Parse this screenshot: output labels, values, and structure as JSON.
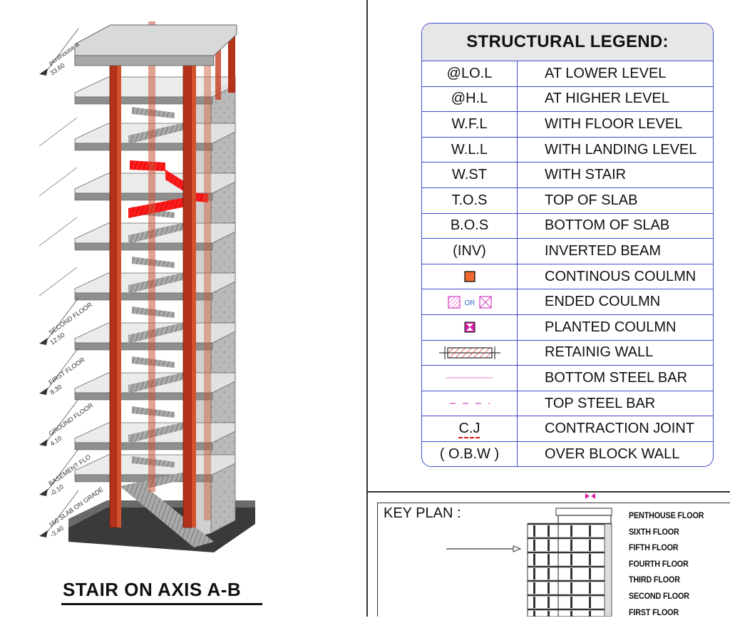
{
  "drawing": {
    "title": "STAIR ON AXIS A-B",
    "level_tags": [
      {
        "name": "penthouse-level",
        "label": "penthouse a",
        "elevation": "33.60"
      },
      {
        "name": "second-floor-level",
        "label": "SECOND FLOOR",
        "elevation": "12.50"
      },
      {
        "name": "first-floor-level",
        "label": "FIRST FLOOR",
        "elevation": "8.30"
      },
      {
        "name": "ground-floor-level",
        "label": "GROUND FLOOR",
        "elevation": "4.10"
      },
      {
        "name": "basement-floor-level",
        "label": "BASEMENT FLO",
        "elevation": "-0.10"
      },
      {
        "name": "slab-on-grade-level",
        "label": "150 SLAB ON GRADE",
        "elevation": "-3.40"
      }
    ]
  },
  "legend": {
    "title": "STRUCTURAL LEGEND:",
    "rows": [
      {
        "code": "@LO.L",
        "desc": "AT LOWER LEVEL"
      },
      {
        "code": "@H.L",
        "desc": "AT HIGHER LEVEL"
      },
      {
        "code": "W.F.L",
        "desc": "WITH FLOOR LEVEL"
      },
      {
        "code": "W.L.L",
        "desc": "WITH LANDING LEVEL"
      },
      {
        "code": "W.ST",
        "desc": "WITH STAIR"
      },
      {
        "code": "T.O.S",
        "desc": "TOP OF SLAB"
      },
      {
        "code": "B.O.S",
        "desc": "BOTTOM OF SLAB"
      },
      {
        "code": "(INV)",
        "desc": "INVERTED BEAM"
      },
      {
        "symbol": "continuous-column-symbol",
        "desc": "CONTINOUS COULMN"
      },
      {
        "symbol": "ended-column-symbol",
        "symbol_text": "OR",
        "desc": "ENDED COULMN"
      },
      {
        "symbol": "planted-column-symbol",
        "desc": "PLANTED COULMN"
      },
      {
        "symbol": "retaining-wall-symbol",
        "desc": "RETAINIG WALL"
      },
      {
        "symbol": "bottom-steel-bar-symbol",
        "desc": "BOTTOM STEEL BAR"
      },
      {
        "symbol": "top-steel-bar-symbol",
        "desc": "TOP STEEL BAR"
      },
      {
        "code": "C.J",
        "desc": "CONTRACTION JOINT"
      },
      {
        "code": "( O.B.W )",
        "desc": "OVER BLOCK WALL"
      }
    ],
    "colors": {
      "border": "#3f4bd1",
      "continuous_column": "#f06a2e",
      "ended_column": "#d63cc2",
      "planted_column": "#d61ea6",
      "contraction_joint": "#d01818"
    }
  },
  "key_plan": {
    "label": "KEY PLAN :",
    "floors": [
      "PENTHOUSE FLOOR",
      "SIXTH FLOOR",
      "FIFTH FLOOR",
      "FOURTH FLOOR",
      "THIRD FLOOR",
      "SECOND FLOOR",
      "FIRST FLOOR"
    ]
  }
}
